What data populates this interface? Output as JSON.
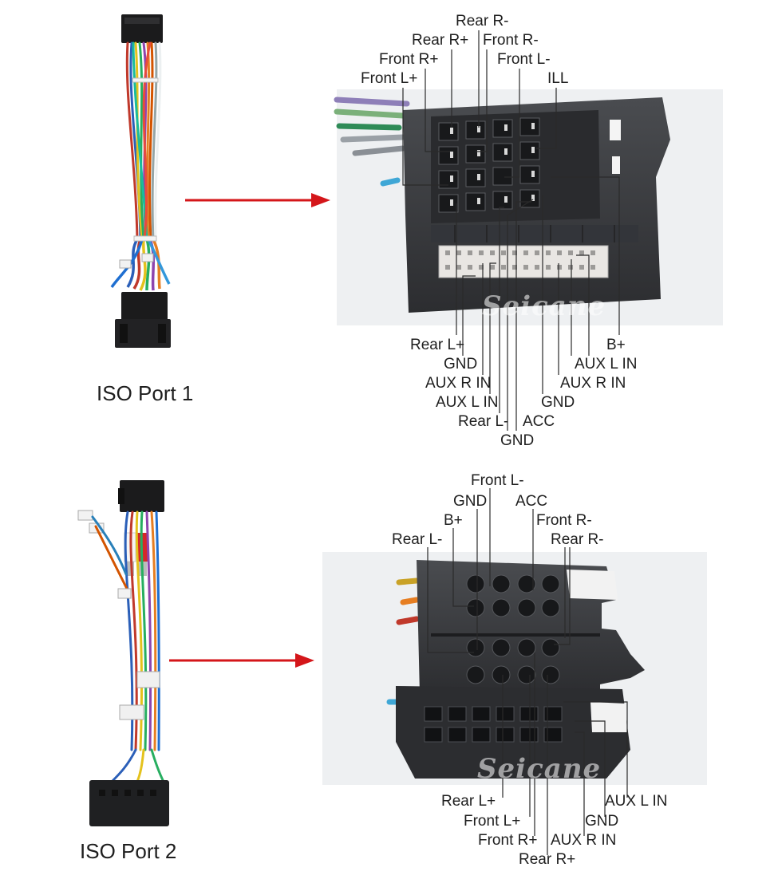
{
  "section1": {
    "port_label": "ISO Port 1",
    "watermark": "Seicane",
    "labels_top": {
      "rear_r_minus": "Rear R-",
      "rear_r_plus": "Rear R+",
      "front_r_minus": "Front R-",
      "front_r_plus": "Front R+",
      "front_l_minus": "Front L-",
      "front_l_plus": "Front L+",
      "ill": "ILL"
    },
    "labels_bottom": {
      "rear_l_plus": "Rear L+",
      "gnd_1": "GND",
      "aux_r_in_1": "AUX R IN",
      "aux_l_in_1": "AUX L IN",
      "rear_l_minus": "Rear L-",
      "acc": "ACC",
      "gnd_2": "GND",
      "gnd_3": "GND",
      "b_plus": "B+",
      "aux_l_in_2": "AUX L IN",
      "aux_r_in_2": "AUX R IN"
    }
  },
  "section2": {
    "port_label": "ISO Port 2",
    "watermark": "Seicane",
    "labels_top": {
      "front_l_minus": "Front L-",
      "gnd": "GND",
      "acc": "ACC",
      "b_plus": "B+",
      "front_r_minus": "Front R-",
      "rear_l_minus": "Rear L-",
      "rear_r_minus": "Rear R-"
    },
    "labels_bottom": {
      "rear_l_plus": "Rear L+",
      "aux_l_in": "AUX L IN",
      "front_l_plus": "Front L+",
      "gnd": "GND",
      "front_r_plus": "Front R+",
      "aux_r_in": "AUX R IN",
      "rear_r_plus": "Rear R+"
    }
  },
  "colors": {
    "arrow": "#d4161a",
    "connector": "#3a3c3f",
    "photo_bg": "#eef0f2",
    "leader_line": "#2a2a2a"
  }
}
